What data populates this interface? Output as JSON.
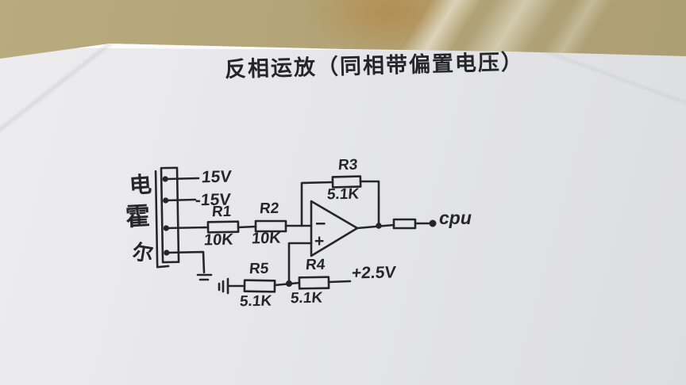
{
  "title": "反相运放（同相带偏置电压）",
  "sensor": {
    "char1": "电",
    "char2": "霍",
    "char3": "尔"
  },
  "connector": {
    "pin1_label": "15V",
    "pin2_label": "-15V"
  },
  "resistors": {
    "r1": {
      "name": "R1",
      "value": "10K"
    },
    "r2": {
      "name": "R2",
      "value": "10K"
    },
    "r3": {
      "name": "R3",
      "value": "5.1K"
    },
    "r4": {
      "name": "R4",
      "value": "5.1K"
    },
    "r5": {
      "name": "R5",
      "value": "5.1K"
    }
  },
  "opamp": {
    "inverting_input": "−",
    "noninverting_input": "+"
  },
  "bias_voltage": "+2.5V",
  "output_label": "cpu",
  "colors": {
    "ink": "#26262a",
    "desk": "#b2a477",
    "paper": "#e7e7ea"
  }
}
